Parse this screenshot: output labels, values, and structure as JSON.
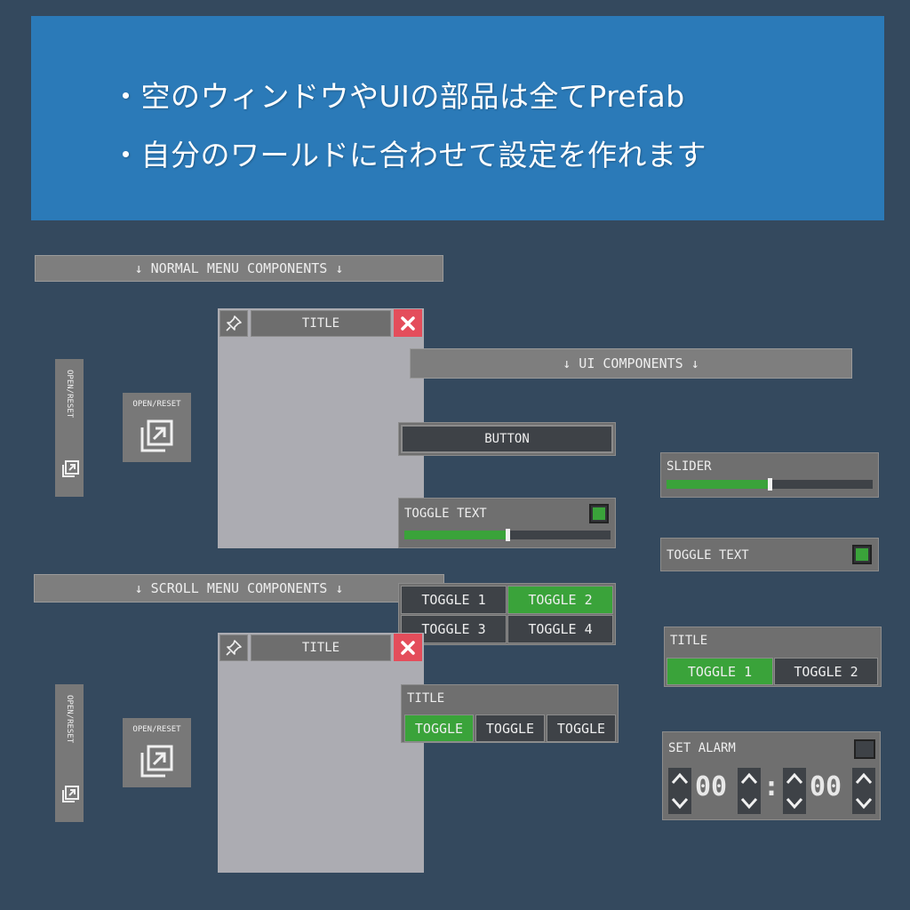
{
  "banner": {
    "line1": "・空のウィンドウやUIの部品は全てPrefab",
    "line2": "・自分のワールドに合わせて設定を作れます"
  },
  "sections": {
    "normal_menu": "↓ NORMAL MENU COMPONENTS ↓",
    "ui_components": "↓ UI COMPONENTS ↓",
    "scroll_menu": "↓ SCROLL MENU COMPONENTS ↓"
  },
  "windows": [
    {
      "title": "TITLE"
    },
    {
      "title": "TITLE"
    }
  ],
  "open_reset": {
    "label": "OPEN/RESET"
  },
  "ui": {
    "button_label": "BUTTON",
    "toggle_text_slider": {
      "label": "TOGGLE TEXT",
      "checked": true,
      "value": 0.5
    },
    "slider": {
      "label": "SLIDER",
      "value": 0.5
    },
    "toggle_text": {
      "label": "TOGGLE TEXT",
      "checked": true
    },
    "toggle_grid": [
      {
        "label": "TOGGLE 1",
        "on": false
      },
      {
        "label": "TOGGLE 2",
        "on": true
      },
      {
        "label": "TOGGLE 3",
        "on": false
      },
      {
        "label": "TOGGLE 4",
        "on": false
      }
    ],
    "titled_pair": {
      "title": "TITLE",
      "options": [
        {
          "label": "TOGGLE 1",
          "on": true
        },
        {
          "label": "TOGGLE 2",
          "on": false
        }
      ]
    },
    "titled_triple": {
      "title": "TITLE",
      "options": [
        {
          "label": "TOGGLE",
          "on": true
        },
        {
          "label": "TOGGLE",
          "on": false
        },
        {
          "label": "TOGGLE",
          "on": false
        }
      ]
    },
    "alarm": {
      "label": "SET ALARM",
      "hours": "00",
      "minutes": "00",
      "separator": ":"
    }
  },
  "colors": {
    "background": "#34495e",
    "banner": "#2b7ab8",
    "accent_green": "#3aa33a",
    "close_red": "#e44d5b"
  },
  "icons": [
    "pin-icon",
    "close-icon",
    "open-reset-icon",
    "chevron-up-icon",
    "chevron-down-icon"
  ]
}
